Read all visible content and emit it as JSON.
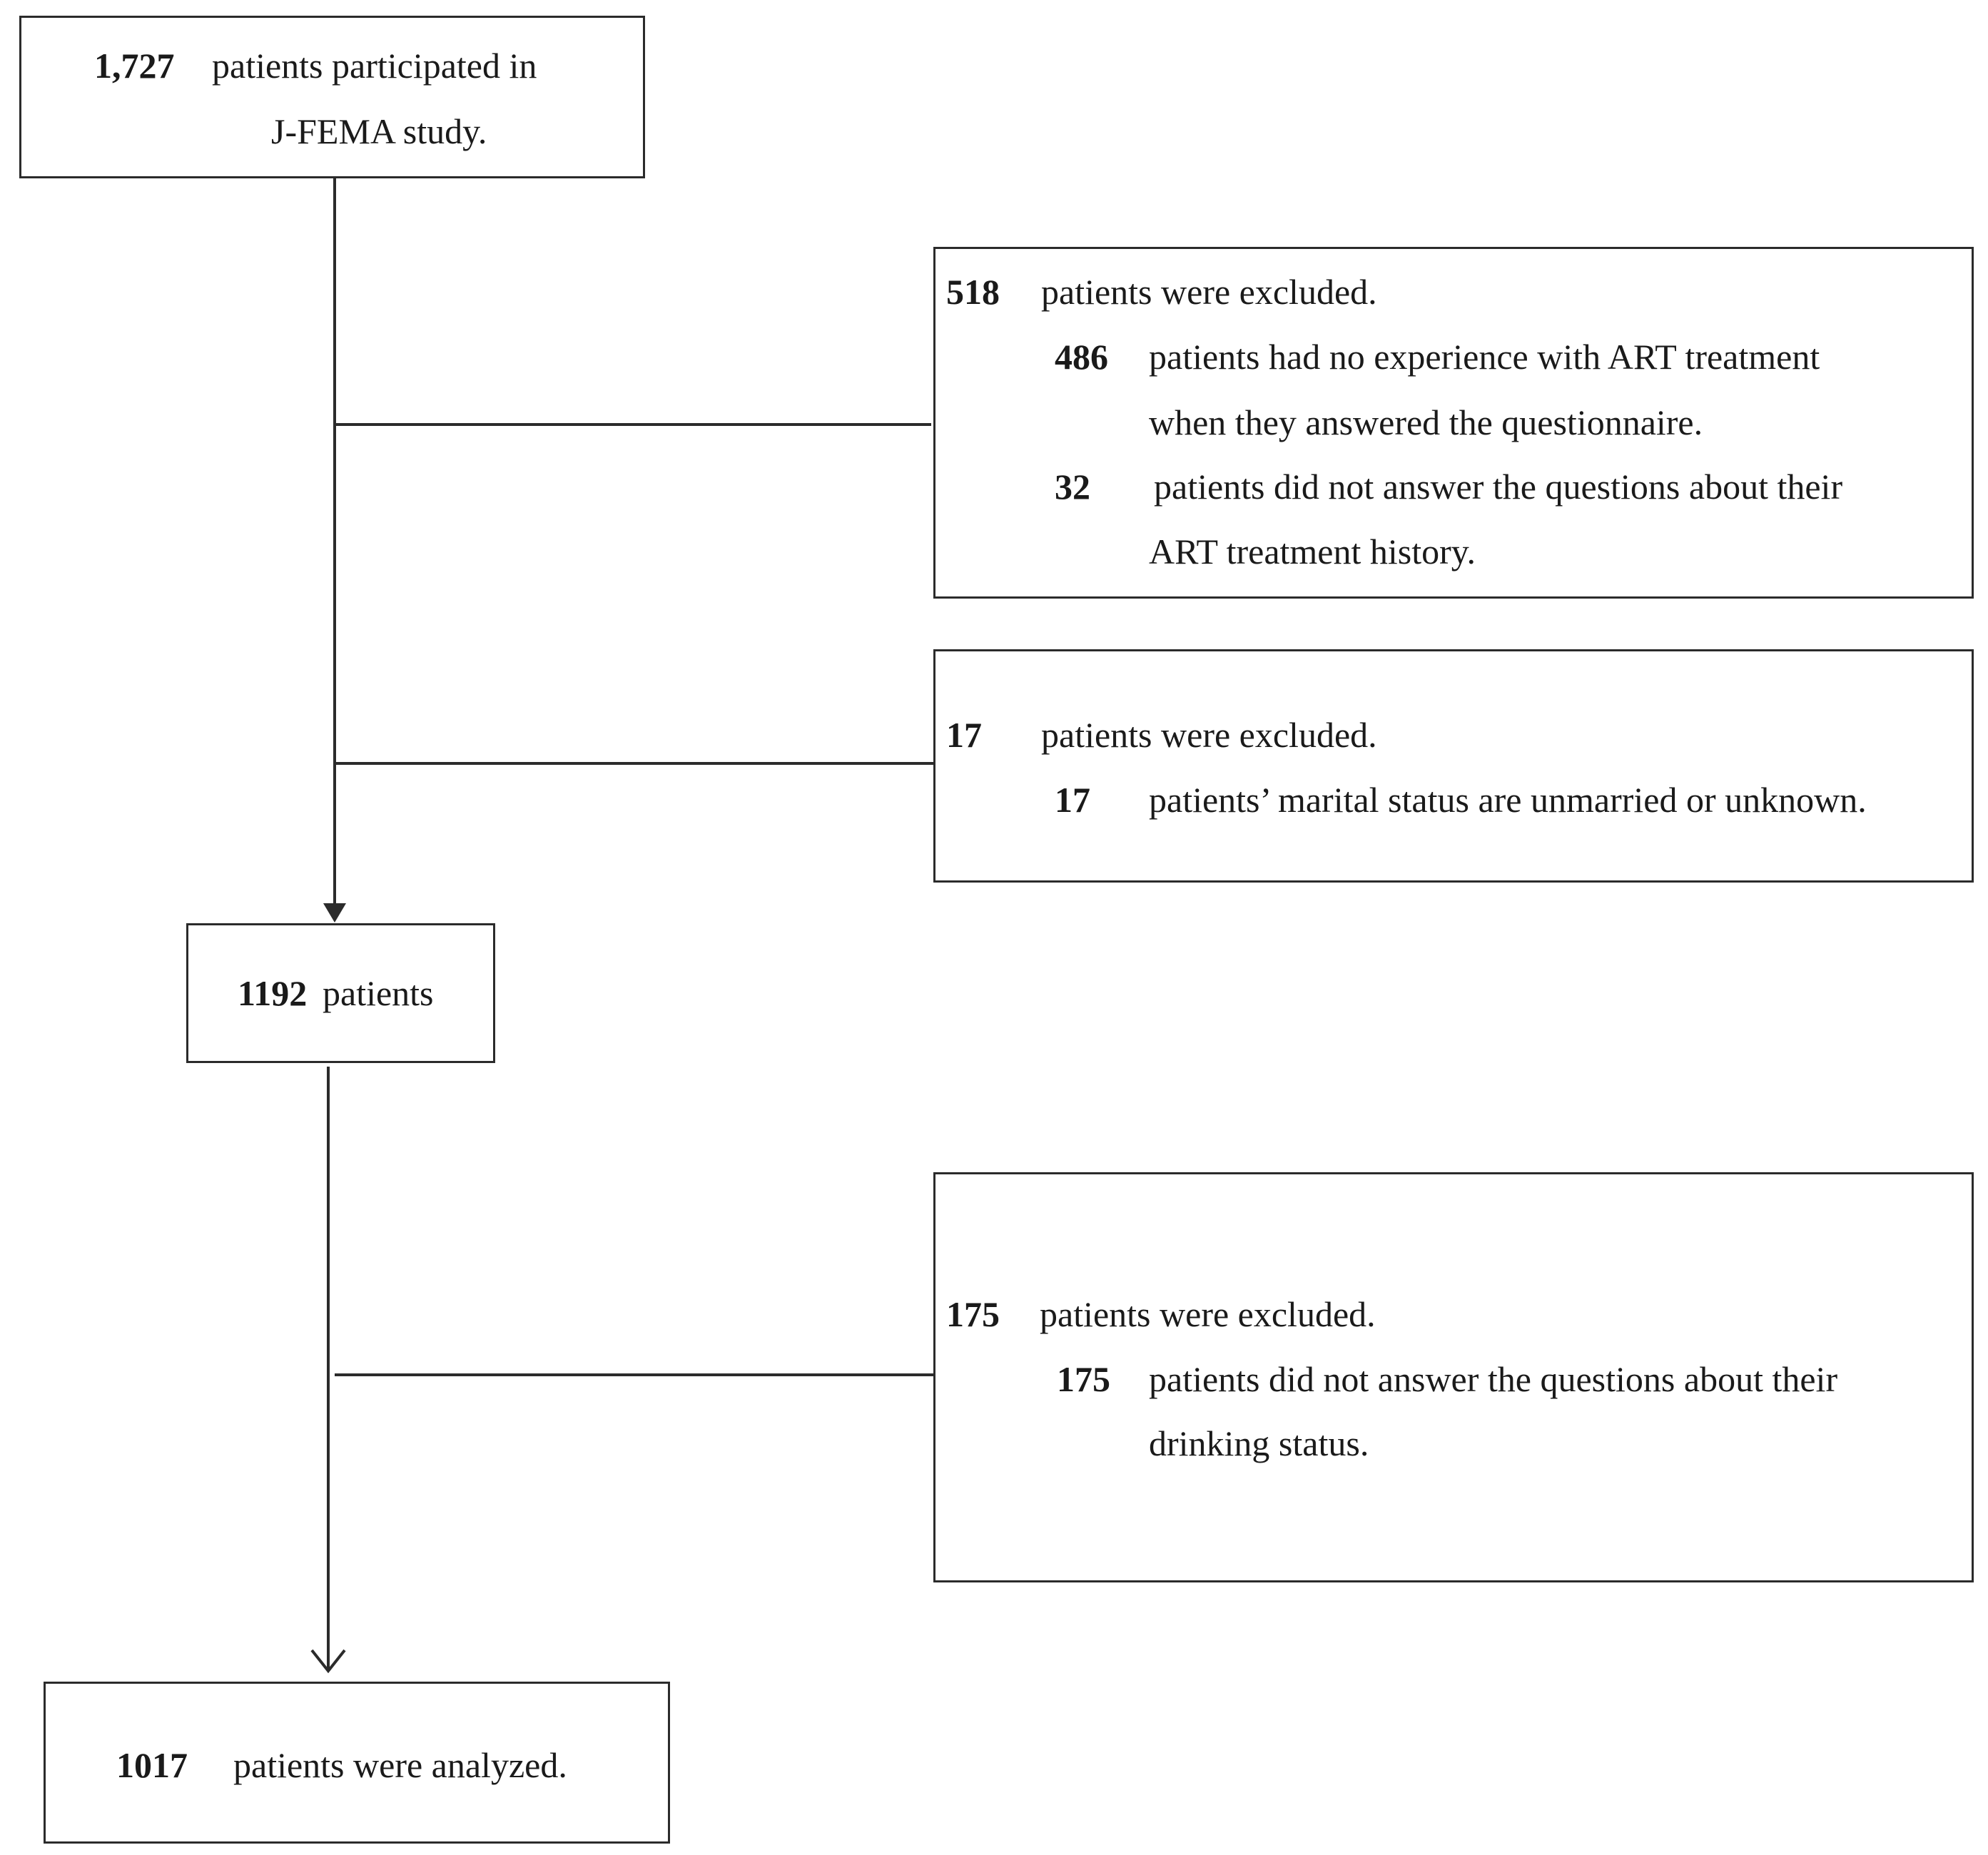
{
  "box_start": {
    "count": "1,727",
    "line1": "patients participated in",
    "line2": "J-FEMA study."
  },
  "exclusion_1": {
    "count": "518",
    "text": "patients were excluded.",
    "reasons": [
      {
        "count": "486",
        "line1": "patients had no experience with ART treatment",
        "line2": "when they answered the questionnaire."
      },
      {
        "count": "32",
        "line1": "patients did not answer the questions about their",
        "line2": "ART treatment history."
      }
    ]
  },
  "exclusion_2": {
    "count": "17",
    "text": "patients were excluded.",
    "reasons": [
      {
        "count": "17",
        "line1": "patients’ marital status are unmarried or unknown."
      }
    ]
  },
  "box_mid": {
    "count": "1192",
    "text": "patients"
  },
  "exclusion_3": {
    "count": "175",
    "text": "patients were excluded.",
    "reasons": [
      {
        "count": "175",
        "line1": "patients did not answer the questions about their",
        "line2": "drinking status."
      }
    ]
  },
  "box_final": {
    "count": "1017",
    "text": "patients were analyzed."
  },
  "colors": {
    "line": "#2b2b2b",
    "text": "#1a1a1a",
    "background": "#ffffff"
  }
}
